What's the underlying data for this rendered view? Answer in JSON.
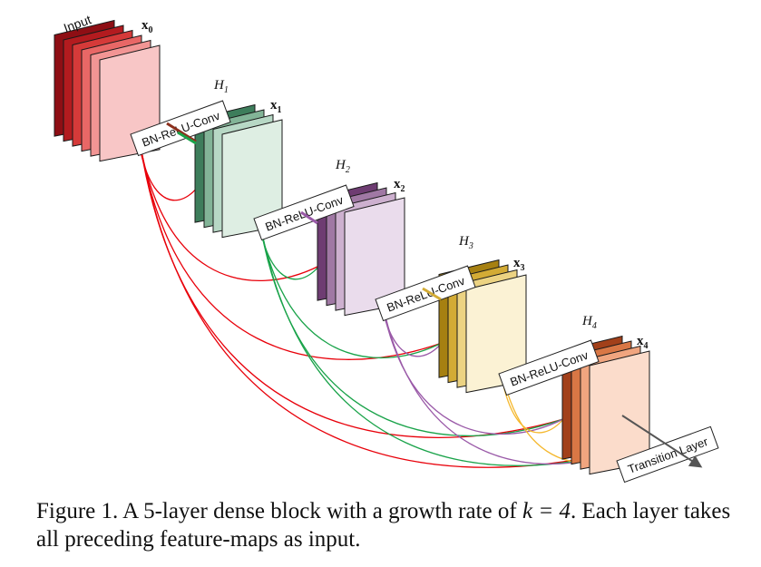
{
  "layers": [
    {
      "id": "x0",
      "label_top": "Input",
      "label_var": "x",
      "label_sub": "0",
      "colors": [
        "#8e0e14",
        "#b31b1f",
        "#d53a39",
        "#e86766",
        "#f29594",
        "#f8c6c6"
      ]
    },
    {
      "id": "x1",
      "label_top": "H",
      "label_top_sub": "1",
      "label_var": "x",
      "label_sub": "1",
      "colors": [
        "#3d7d5b",
        "#82b497",
        "#b7d8c5",
        "#deeee3"
      ]
    },
    {
      "id": "x2",
      "label_top": "H",
      "label_top_sub": "2",
      "label_var": "x",
      "label_sub": "2",
      "colors": [
        "#6e3c72",
        "#a078a4",
        "#cdb0cf",
        "#eadcec"
      ]
    },
    {
      "id": "x3",
      "label_top": "H",
      "label_top_sub": "3",
      "label_var": "x",
      "label_sub": "3",
      "colors": [
        "#a68011",
        "#d3ab35",
        "#ecd382",
        "#fbf2d4"
      ]
    },
    {
      "id": "x4",
      "label_top": "H",
      "label_top_sub": "4",
      "label_var": "x",
      "label_sub": "4",
      "colors": [
        "#a2401a",
        "#d97745",
        "#f0a57f",
        "#fbdccb"
      ]
    }
  ],
  "op_label": "BN-ReLU-Conv",
  "transition_label": "Transition Layer",
  "connection_colors": {
    "x0": "#e8000a",
    "x1": "#1aa34a",
    "x2": "#9a5aa8",
    "x3": "#f5b82e",
    "x4": "#8c2f1c"
  },
  "caption": {
    "part1": "Figure 1. A 5-layer dense block with a growth rate of ",
    "math": "k = 4",
    "part2": ". Each layer takes all preceding feature-maps as input."
  }
}
